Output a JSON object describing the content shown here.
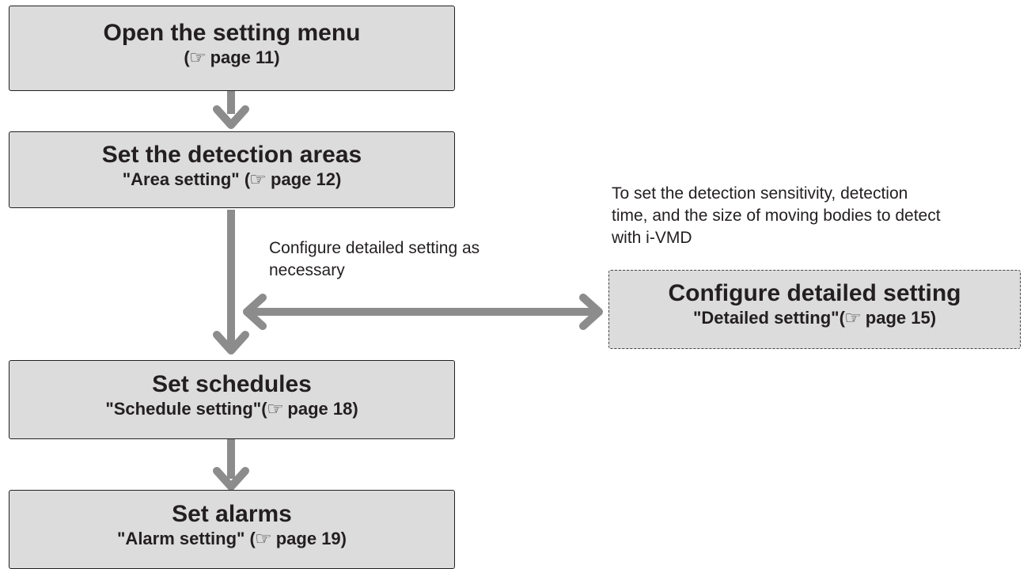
{
  "steps": [
    {
      "title": "Open the setting menu",
      "sub_pre": "(",
      "pointer": "☞",
      "sub_post": " page 11)"
    },
    {
      "title": "Set the detection areas",
      "sub_pre": "\"Area setting\" (",
      "pointer": "☞",
      "sub_post": " page 12)"
    },
    {
      "title": "Set schedules",
      "sub_pre": "\"Schedule setting\"(",
      "pointer": "☞",
      "sub_post": " page 18)"
    },
    {
      "title": "Set alarms",
      "sub_pre": "\"Alarm setting\" (",
      "pointer": "☞",
      "sub_post": " page 19)"
    }
  ],
  "detail": {
    "title": "Configure detailed setting",
    "sub_pre": "\"Detailed setting\"(",
    "pointer": "☞",
    "sub_post": " page 15)"
  },
  "notes": {
    "branch_label": [
      "Configure detailed setting as",
      "necessary"
    ],
    "detail_note": [
      "To set the detection sensitivity, detection",
      "time, and the size of moving bodies to detect",
      "with i-VMD"
    ]
  },
  "colors": {
    "box_fill": "#dcdcdc",
    "arrow": "#8c8c8c",
    "border": "#231f20"
  },
  "icons": {
    "pointer": "pointing-hand-icon"
  }
}
